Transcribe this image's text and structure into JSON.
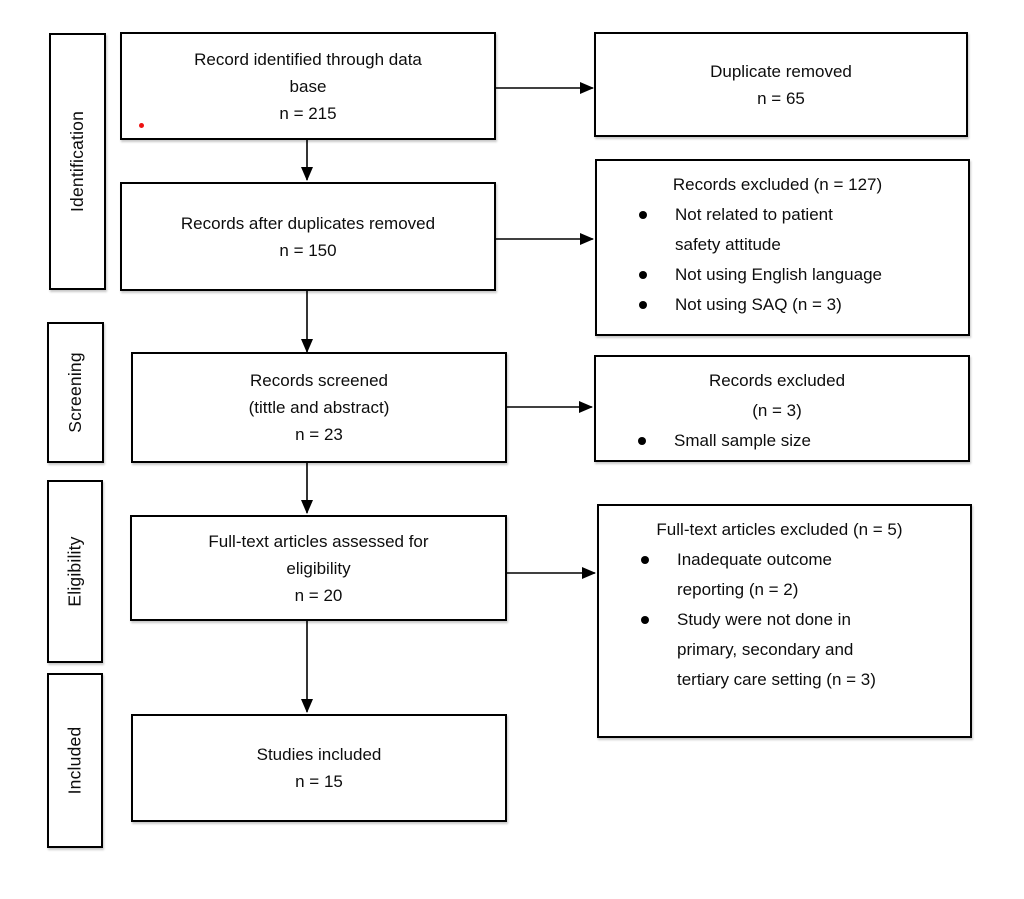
{
  "diagram_type": "prisma-flow-diagram",
  "colors": {
    "background": "#ffffff",
    "box_border": "#000000",
    "text": "#0d0d0d",
    "arrow": "#000000",
    "marker_dot": "#ee1111"
  },
  "stages": [
    {
      "label": "Identification"
    },
    {
      "label": "Screening"
    },
    {
      "label": "Eligibility"
    },
    {
      "label": "Included"
    }
  ],
  "main_flow": [
    {
      "text": "Record identified through data\nbase\nn = 215"
    },
    {
      "text": "Records after duplicates removed\nn = 150"
    },
    {
      "text": "Records screened\n(tittle and abstract)\nn = 23"
    },
    {
      "text": "Full-text articles assessed for\neligibility\nn = 20"
    },
    {
      "text": "Studies included\nn = 15"
    }
  ],
  "exclusions": [
    {
      "title": "Duplicate removed\nn = 65",
      "bullets": []
    },
    {
      "title": "Records excluded (n = 127)",
      "bullets": [
        "Not related to patient\nsafety attitude",
        "Not using English language",
        "Not using SAQ (n = 3)"
      ]
    },
    {
      "title": "Records excluded\n(n = 3)",
      "bullets": [
        "Small sample size"
      ]
    },
    {
      "title": "Full-text articles excluded (n = 5)",
      "bullets": [
        "Inadequate outcome\nreporting (n = 2)",
        "Study were not done in\nprimary, secondary and\ntertiary care setting (n = 3)"
      ]
    }
  ]
}
